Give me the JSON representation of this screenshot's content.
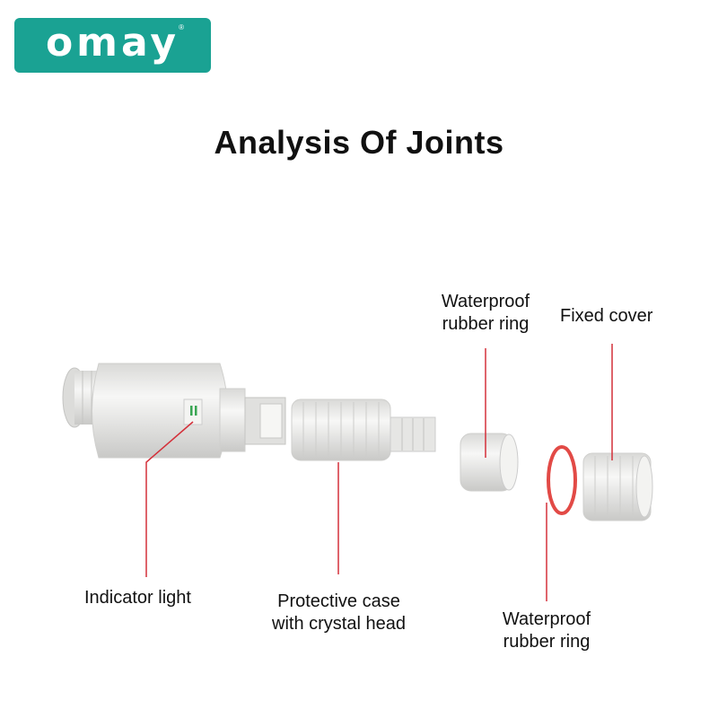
{
  "brand": {
    "logo_text": "omay",
    "registered_mark": "®",
    "color": "#1aa293"
  },
  "title": "Analysis Of Joints",
  "callouts": {
    "indicator_light": "Indicator light",
    "protective_case": [
      "Protective case",
      "with crystal head"
    ],
    "waterproof_ring_top": [
      "Waterproof",
      "rubber ring"
    ],
    "fixed_cover": "Fixed cover",
    "waterproof_ring_bottom": [
      "Waterproof",
      "rubber ring"
    ]
  },
  "colors": {
    "leader_line": "#d4303a",
    "red_ring": "#e24a46",
    "part_fill": "#ececea"
  }
}
